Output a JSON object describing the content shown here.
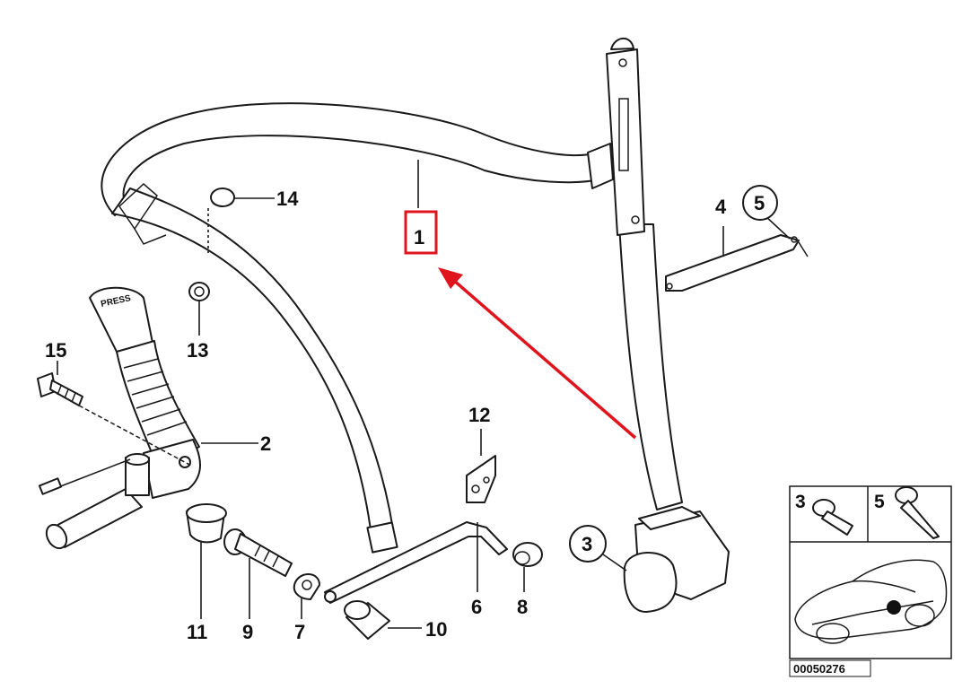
{
  "diagram": {
    "parts": [
      {
        "id": "p1",
        "label": "1",
        "name": "seat-belt-webbing",
        "highlighted": true
      },
      {
        "id": "p2",
        "label": "2",
        "name": "belt-buckle"
      },
      {
        "id": "p3",
        "label": "3",
        "name": "belt-retractor"
      },
      {
        "id": "p4",
        "label": "4",
        "name": "anchor-bar"
      },
      {
        "id": "p5",
        "label": "5",
        "name": "screw-ref-5"
      },
      {
        "id": "p6",
        "label": "6",
        "name": "lower-guide-rod"
      },
      {
        "id": "p7",
        "label": "7",
        "name": "clip"
      },
      {
        "id": "p8",
        "label": "8",
        "name": "nut"
      },
      {
        "id": "p9",
        "label": "9",
        "name": "bolt"
      },
      {
        "id": "p10",
        "label": "10",
        "name": "sleeve"
      },
      {
        "id": "p11",
        "label": "11",
        "name": "spacer-bushing"
      },
      {
        "id": "p12",
        "label": "12",
        "name": "bracket"
      },
      {
        "id": "p13",
        "label": "13",
        "name": "nut-small"
      },
      {
        "id": "p14",
        "label": "14",
        "name": "cap"
      },
      {
        "id": "p15",
        "label": "15",
        "name": "buckle-bolt"
      }
    ],
    "buckle_text": "PRESS",
    "highlight_color": "#e0141c",
    "arrow_color": "#e0141c",
    "inset": {
      "labels": [
        "3",
        "5"
      ],
      "image_number": "00050276",
      "marker_icon": "location-dot-icon"
    }
  }
}
